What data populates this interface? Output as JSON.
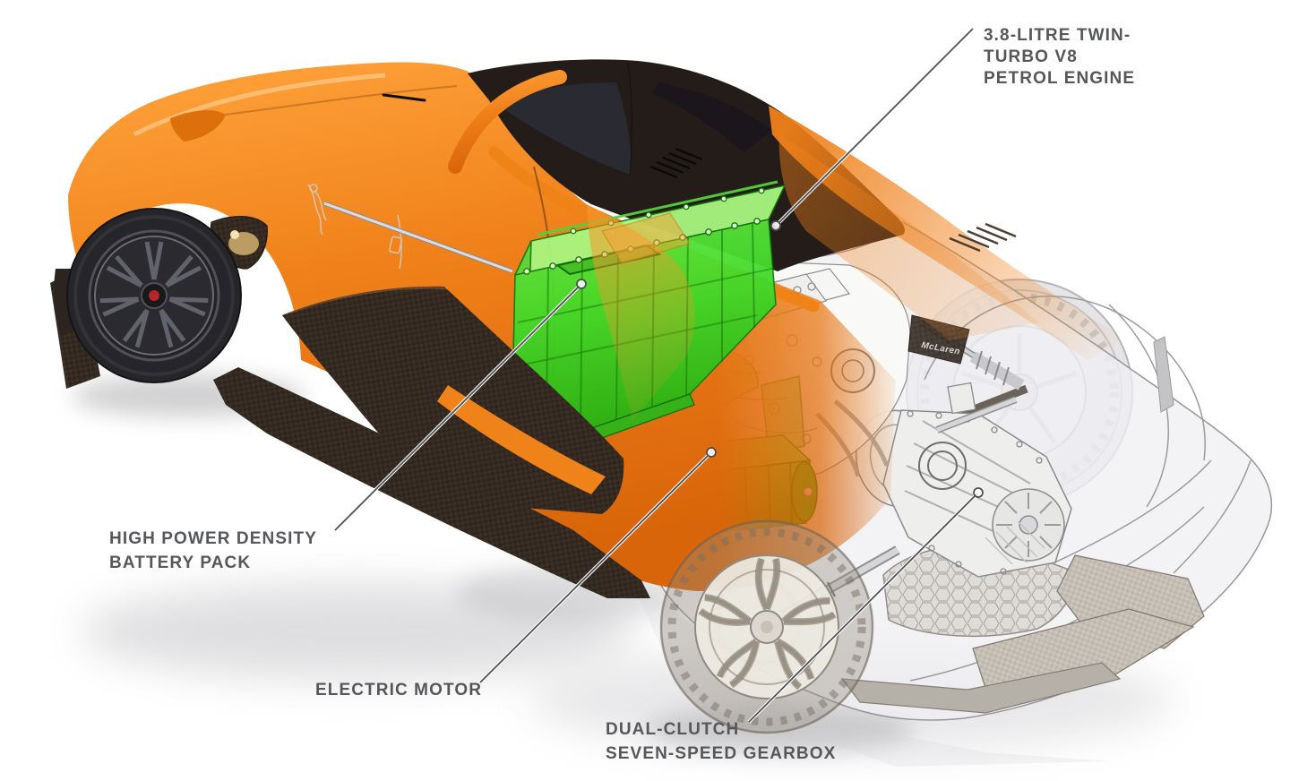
{
  "labels": {
    "engine": {
      "lines": [
        "3.8-LITRE TWIN-",
        "TURBO V8",
        "PETROL ENGINE"
      ]
    },
    "battery": {
      "lines": [
        "HIGH POWER DENSITY",
        "BATTERY PACK"
      ]
    },
    "motor": {
      "lines": [
        "ELECTRIC MOTOR"
      ]
    },
    "gearbox": {
      "lines": [
        "DUAL-CLUTCH",
        "SEVEN-SPEED GEARBOX"
      ]
    }
  },
  "badge": {
    "text": "McLaren"
  },
  "colors": {
    "label_text": "#56575A",
    "leader_line": "#4A4C4E",
    "body_orange": "#F08019",
    "body_orange_deep": "#D9650A",
    "canopy_dark": "#241C19",
    "carbon_dark": "#30271F",
    "battery_green": "#49E231",
    "battery_green_light": "#A7F780",
    "motor_green": "#3FD828",
    "translucent_body": "#EFEFF2"
  }
}
